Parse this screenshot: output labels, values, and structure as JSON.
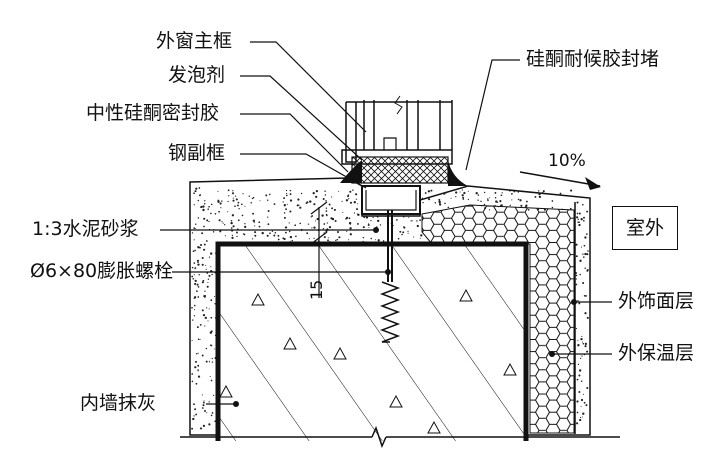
{
  "labels": {
    "main_frame": "外窗主框",
    "foam": "发泡剂",
    "neutral_sealant": "中性硅酮密封胶",
    "steel_subframe": "钢副框",
    "weather_sealant": "硅酮耐候胶封堵",
    "slope": "10%",
    "mortar": "1:3水泥砂浆",
    "exterior_room": "室外",
    "bolt": "Ø6×80膨胀螺栓",
    "finish_layer": "外饰面层",
    "insulation_layer": "外保温层",
    "interior_plaster": "内墙抹灰",
    "dim_15": "15"
  },
  "colors": {
    "line": "#111111",
    "fill": "#ffffff"
  }
}
